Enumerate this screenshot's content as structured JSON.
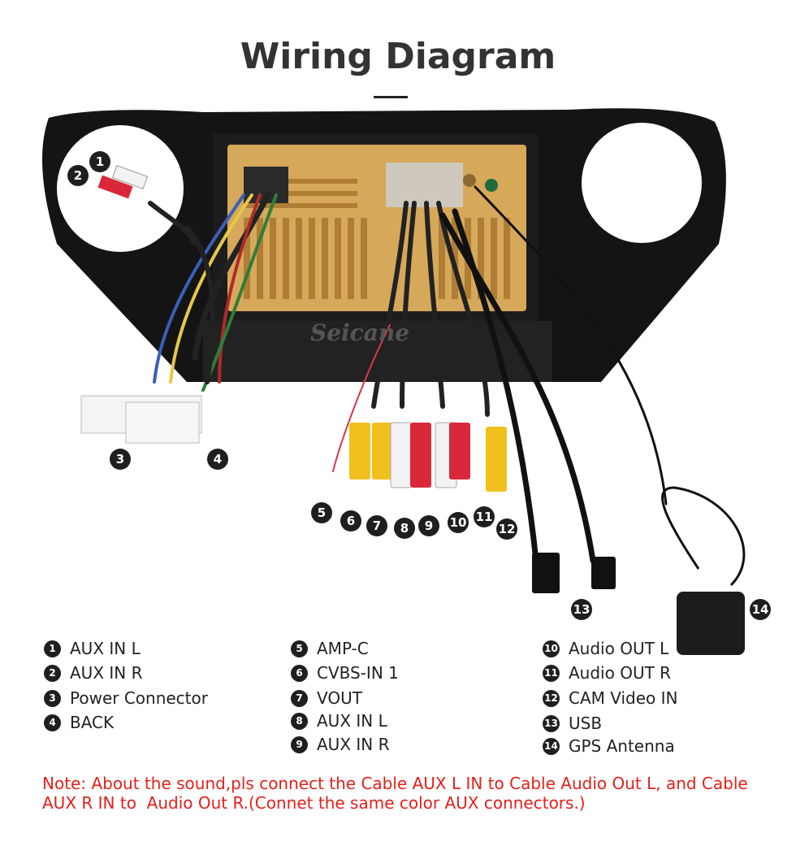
{
  "title": "Wiring Diagram",
  "watermark": "Seicane",
  "callouts": [
    "1",
    "2",
    "3",
    "4",
    "5",
    "6",
    "7",
    "8",
    "9",
    "10",
    "11",
    "12",
    "13",
    "14"
  ],
  "legend": {
    "col1": [
      {
        "num": "1",
        "label": "AUX IN L"
      },
      {
        "num": "2",
        "label": "AUX IN R"
      },
      {
        "num": "3",
        "label": "Power Connector"
      },
      {
        "num": "4",
        "label": "BACK"
      }
    ],
    "col2": [
      {
        "num": "5",
        "label": "AMP-C"
      },
      {
        "num": "6",
        "label": "CVBS-IN 1"
      },
      {
        "num": "7",
        "label": "VOUT"
      },
      {
        "num": "8",
        "label": "AUX IN L"
      },
      {
        "num": "9",
        "label": "AUX IN R"
      }
    ],
    "col3": [
      {
        "num": "10",
        "label": "Audio OUT L"
      },
      {
        "num": "11",
        "label": "Audio OUT R"
      },
      {
        "num": "12",
        "label": "CAM Video IN"
      },
      {
        "num": "13",
        "label": "USB"
      },
      {
        "num": "14",
        "label": "GPS Antenna"
      }
    ]
  },
  "note": {
    "line1": "Note: About the sound,pls connect the Cable AUX L IN to Cable Audio Out L, and Cable",
    "line2": "AUX R IN to  Audio Out R.(Connet the same color AUX connectors.)"
  },
  "colors": {
    "frame": "#141414",
    "unit": "#d6a85a",
    "red": "#d8283a",
    "white": "#f2f2f2",
    "yellow": "#f2c01e",
    "note": "#e3201b"
  }
}
